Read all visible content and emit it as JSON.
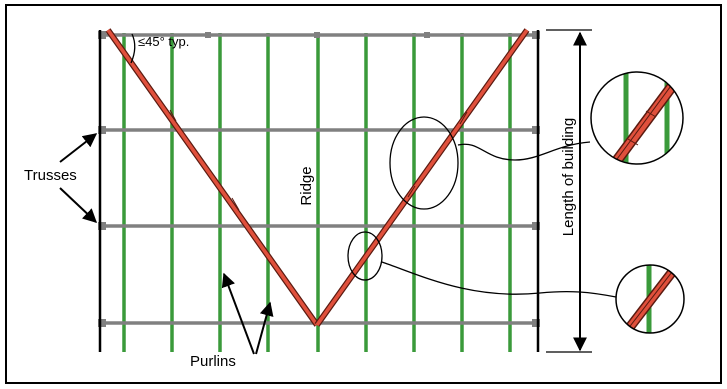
{
  "labels": {
    "angle": "≤45° typ.",
    "trusses": "Trusses",
    "ridge": "Ridge",
    "purlins": "Purlins",
    "length": "Length of building"
  },
  "colors": {
    "purlin": "#3a9a3a",
    "truss": "#808080",
    "brace": "#e0503c",
    "brace_edge": "#5a1a10",
    "line": "#000000",
    "border": "#000000",
    "background": "#ffffff"
  }
}
